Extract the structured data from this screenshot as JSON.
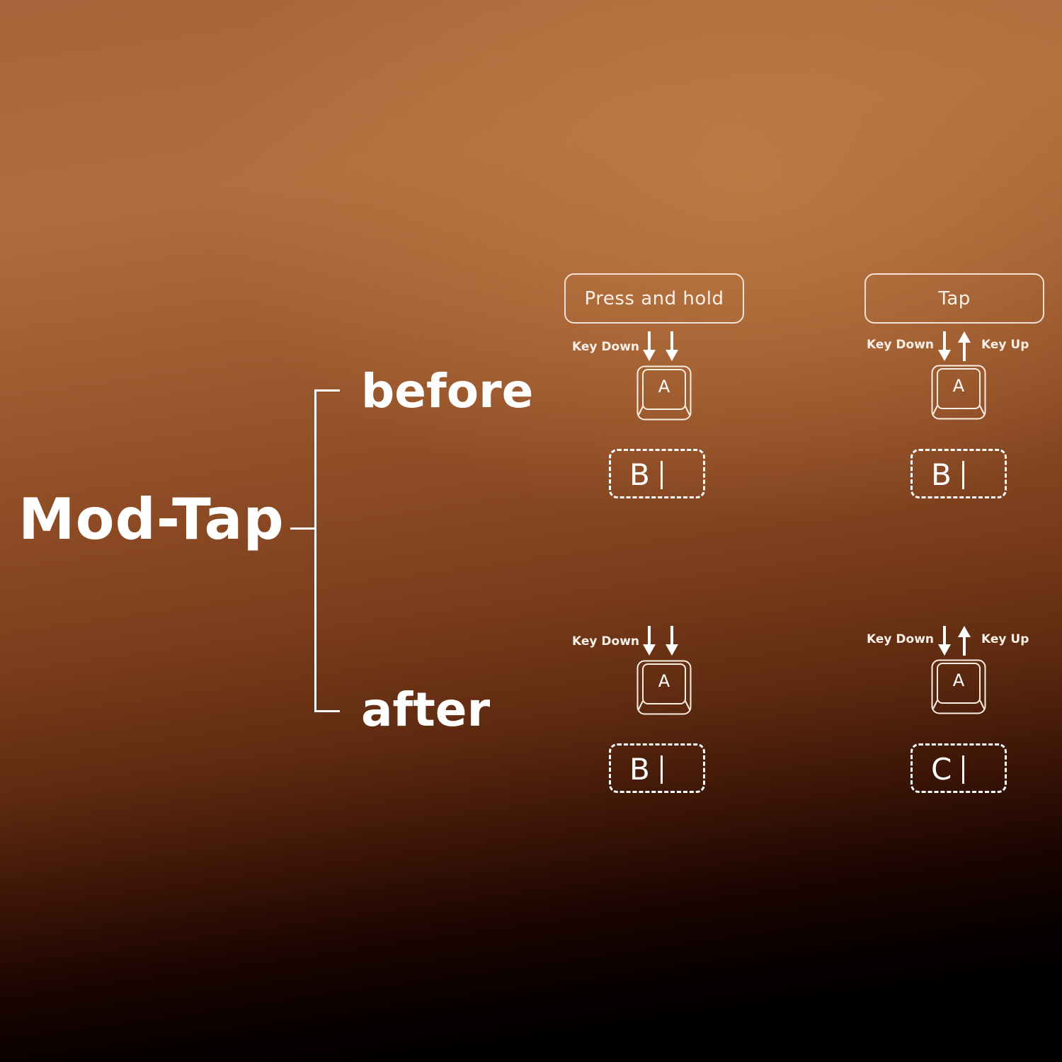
{
  "title": "Mod-Tap",
  "branches": {
    "before": "before",
    "after": "after"
  },
  "modes": [
    {
      "label": "Press and hold",
      "arrows": [
        "down",
        "down"
      ],
      "key_labels": {
        "left": "Key Down"
      }
    },
    {
      "label": "Tap",
      "arrows": [
        "down",
        "up"
      ],
      "key_labels": {
        "left": "Key Down",
        "right": "Key Up"
      }
    }
  ],
  "rows": {
    "before": {
      "hold": {
        "key": "A",
        "left_label": "Key Down",
        "output": "B"
      },
      "tap": {
        "key": "A",
        "left_label": "Key Down",
        "right_label": "Key Up",
        "output": "B"
      }
    },
    "after": {
      "hold": {
        "key": "A",
        "left_label": "Key Down",
        "output": "B"
      },
      "tap": {
        "key": "A",
        "left_label": "Key Down",
        "right_label": "Key Up",
        "output": "C"
      }
    }
  },
  "icons": {
    "arrow_down": "down-arrow-icon",
    "arrow_up": "up-arrow-icon",
    "keycap": "keycap-icon",
    "cursor": "text-cursor-icon"
  },
  "colors": {
    "background_top": "#b87a46",
    "background_mid": "#7b3d1c",
    "background_bottom": "#000000",
    "foreground": "#ffffff"
  }
}
